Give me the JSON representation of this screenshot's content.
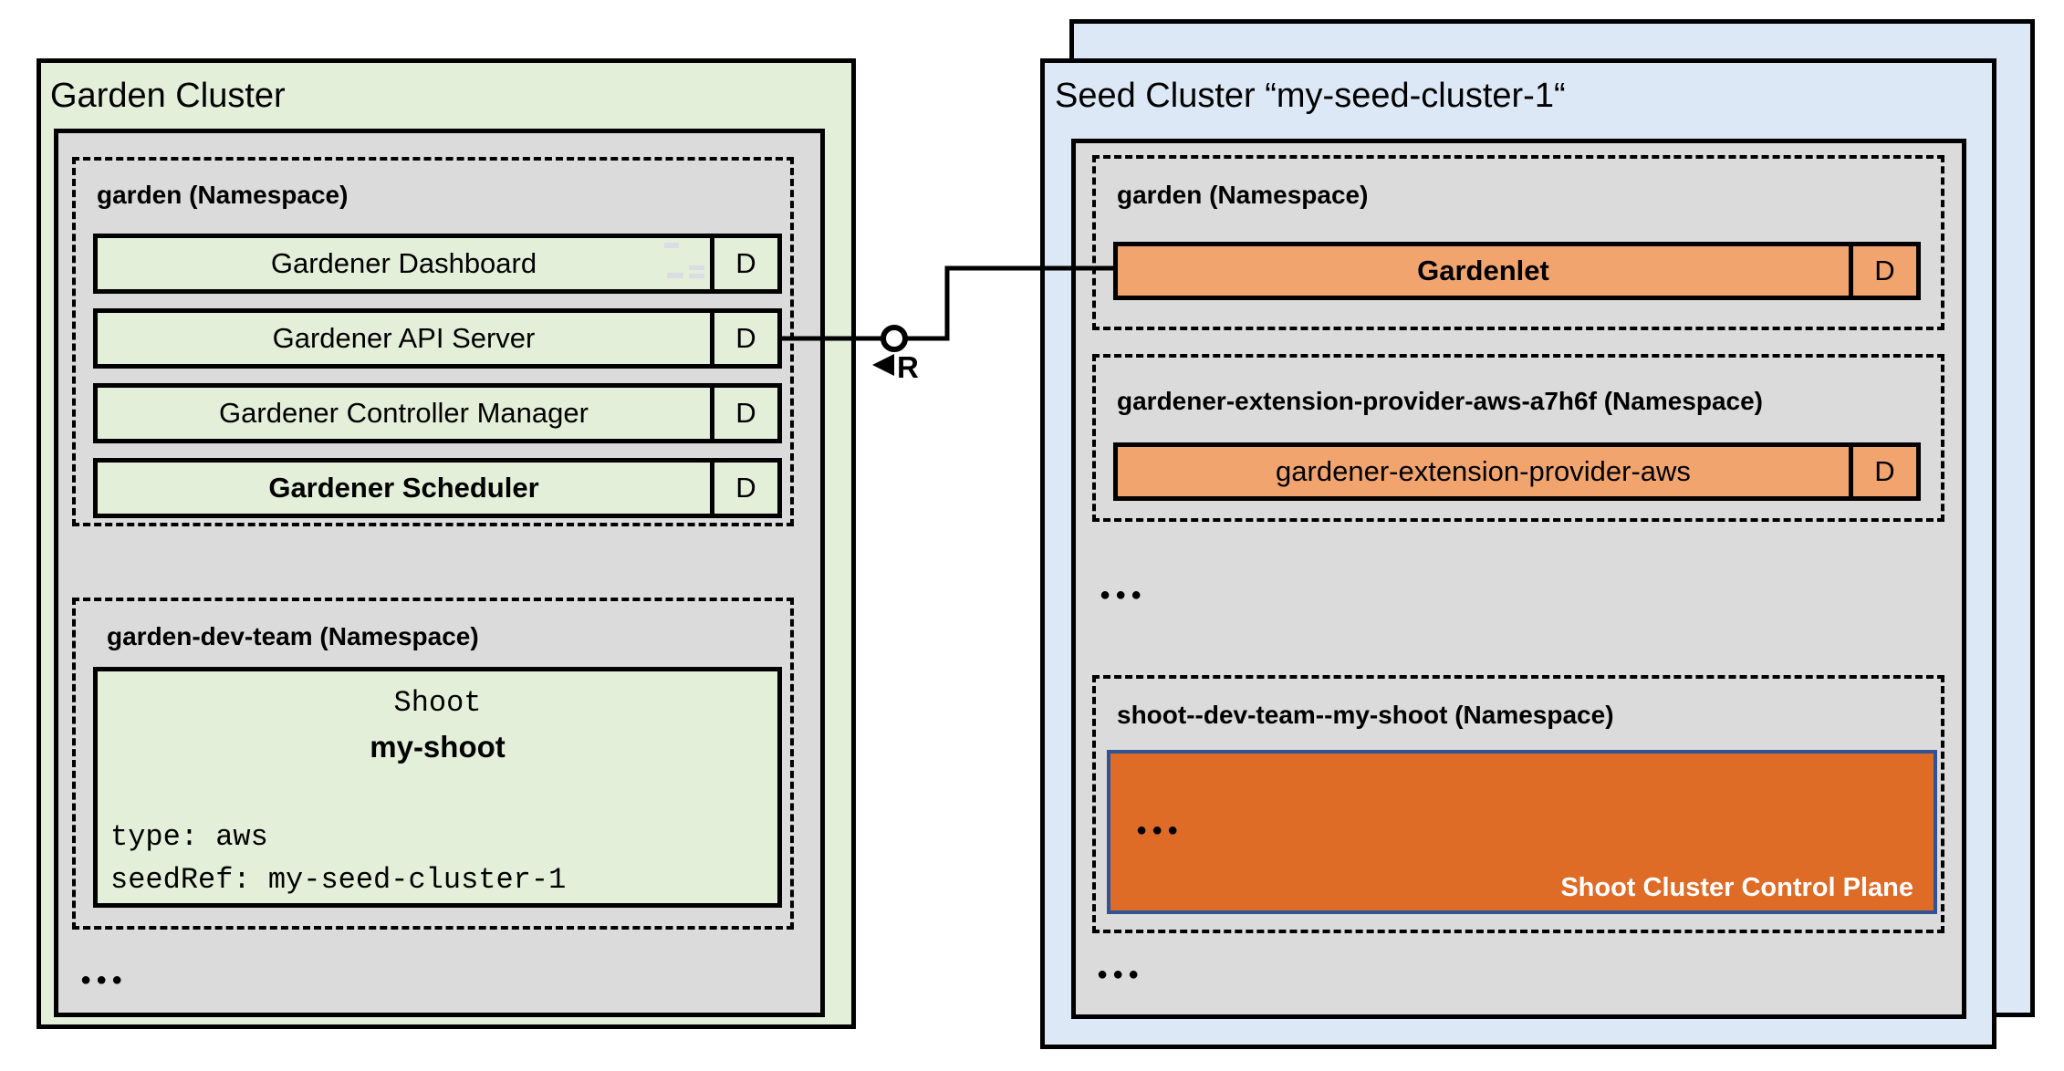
{
  "colors": {
    "green": "#E3EFD9",
    "gray": "#DBDBDB",
    "blue": "#DCE8F5",
    "orange": "#F2A46F",
    "cporange": "#DE6B26",
    "cpborder": "#2F5496",
    "ink": "#000000"
  },
  "garden_cluster": {
    "title": "Garden Cluster",
    "namespace_garden": {
      "label": "garden (Namespace)",
      "rows": [
        {
          "label": "Gardener Dashboard",
          "badge": "D"
        },
        {
          "label": "Gardener API Server",
          "badge": "D"
        },
        {
          "label": "Gardener Controller Manager",
          "badge": "D"
        },
        {
          "label": "Gardener Scheduler",
          "badge": "D"
        }
      ]
    },
    "namespace_dev_team": {
      "label": "garden-dev-team (Namespace)",
      "shoot_card": {
        "kind": "Shoot",
        "name": "my-shoot",
        "spec_lines": [
          "type: aws",
          "seedRef: my-seed-cluster-1"
        ]
      }
    },
    "ellipsis": "●●●"
  },
  "seed_cluster": {
    "title": "Seed Cluster “my-seed-cluster-1“",
    "namespace_garden": {
      "label": "garden (Namespace)",
      "row": {
        "label": "Gardenlet",
        "badge": "D"
      }
    },
    "namespace_extension": {
      "label": "gardener-extension-provider-aws-a7h6f (Namespace)",
      "row": {
        "label": "gardener-extension-provider-aws",
        "badge": "D"
      }
    },
    "ellipsis_1": "●●●",
    "namespace_shoot": {
      "label": "shoot--dev-team--my-shoot (Namespace)",
      "control_plane": {
        "ellipsis": "●●●",
        "label": "Shoot Cluster Control Plane"
      }
    },
    "ellipsis_2": "●●●"
  },
  "connector": {
    "label": "R"
  }
}
